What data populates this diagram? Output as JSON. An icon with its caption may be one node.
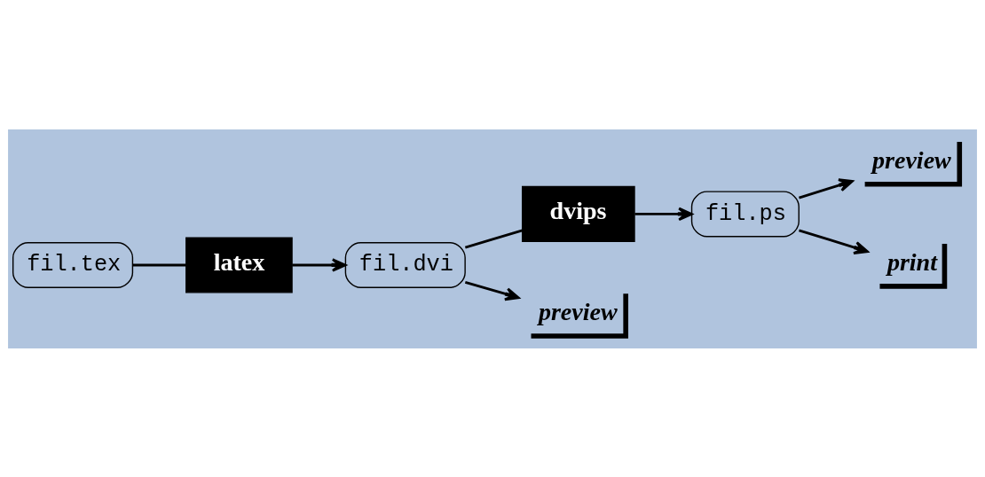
{
  "diagram": {
    "nodes": [
      {
        "text": [
          "fil.tex"
        ]
      },
      {
        "text": [
          "fil.dvi"
        ]
      },
      {
        "text": [
          "fil.ps"
        ]
      },
      {
        "text": [
          "latex"
        ]
      },
      {
        "text": [
          "dvips"
        ]
      },
      {
        "text": [
          "preview"
        ]
      },
      {
        "text": [
          "preview"
        ]
      },
      {
        "text": [
          "print"
        ]
      }
    ],
    "edges": [
      {
        "from": 0,
        "to": 3,
        "arrow": "none"
      },
      {
        "from": 3,
        "to": 1,
        "arrow": "to"
      },
      {
        "from": 1,
        "to": 4,
        "arrow": "none"
      },
      {
        "from": 4,
        "to": 2,
        "arrow": "to"
      },
      {
        "from": 1,
        "to": 5,
        "arrow": "to"
      },
      {
        "from": 2,
        "to": 6,
        "arrow": "to"
      },
      {
        "from": 2,
        "to": 7,
        "arrow": "to"
      }
    ]
  }
}
